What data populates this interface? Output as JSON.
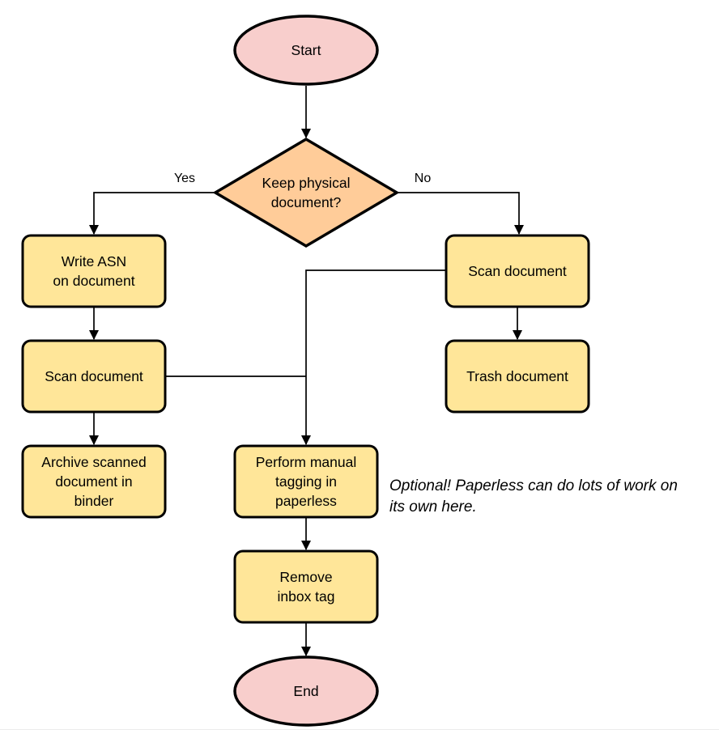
{
  "diagram": {
    "nodes": {
      "start": {
        "label": "Start",
        "shape": "ellipse"
      },
      "keep_physical": {
        "label": "Keep physical\ndocument?",
        "shape": "diamond"
      },
      "write_asn": {
        "label": "Write ASN\non document",
        "shape": "rounded-rect"
      },
      "scan_document_left": {
        "label": "Scan document",
        "shape": "rounded-rect"
      },
      "archive_binder": {
        "label": "Archive scanned\ndocument in\nbinder",
        "shape": "rounded-rect"
      },
      "scan_document_right": {
        "label": "Scan document",
        "shape": "rounded-rect"
      },
      "trash_document": {
        "label": "Trash document",
        "shape": "rounded-rect"
      },
      "manual_tagging": {
        "label": "Perform manual\ntagging in\npaperless",
        "shape": "rounded-rect"
      },
      "remove_inbox_tag": {
        "label": "Remove\ninbox tag",
        "shape": "rounded-rect"
      },
      "end": {
        "label": "End",
        "shape": "ellipse"
      }
    },
    "edges": [
      {
        "from": "start",
        "to": "keep_physical",
        "label": ""
      },
      {
        "from": "keep_physical",
        "to": "write_asn",
        "label": "Yes"
      },
      {
        "from": "keep_physical",
        "to": "scan_document_right",
        "label": "No"
      },
      {
        "from": "write_asn",
        "to": "scan_document_left",
        "label": ""
      },
      {
        "from": "scan_document_left",
        "to": "archive_binder",
        "label": ""
      },
      {
        "from": "scan_document_right",
        "to": "trash_document",
        "label": ""
      },
      {
        "from": "scan_document_left",
        "to": "manual_tagging",
        "label": ""
      },
      {
        "from": "scan_document_right",
        "to": "manual_tagging",
        "label": ""
      },
      {
        "from": "manual_tagging",
        "to": "remove_inbox_tag",
        "label": ""
      },
      {
        "from": "remove_inbox_tag",
        "to": "end",
        "label": ""
      }
    ],
    "annotation": "Optional! Paperless can do lots of work on\nits own here."
  },
  "colors": {
    "background": "#ffffff",
    "terminator_fill": "#f8cecc",
    "decision_fill": "#ffcc99",
    "process_fill": "#ffe699",
    "stroke": "#000000",
    "text": "#000000",
    "bottom_rule": "#ebebeb"
  }
}
